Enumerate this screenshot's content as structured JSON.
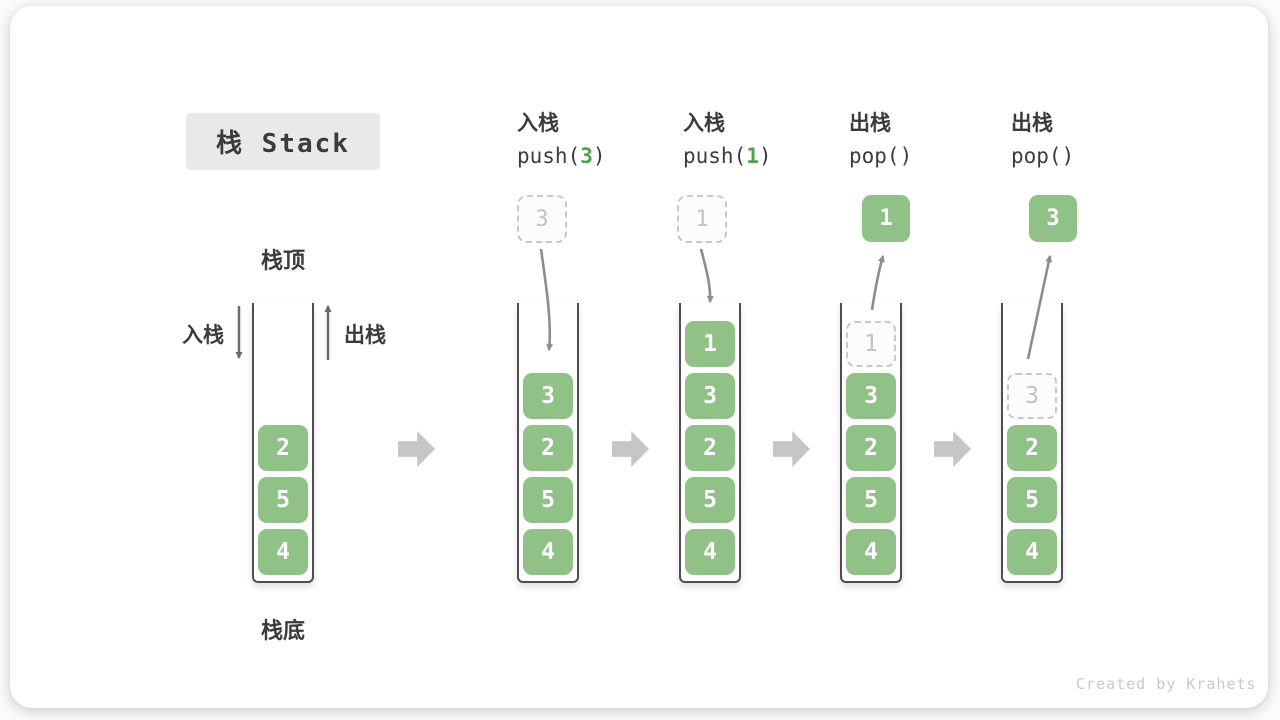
{
  "title": "栈 Stack",
  "watermark": "Created by Krahets",
  "labels": {
    "stack_top": "栈顶",
    "stack_bottom": "栈底",
    "push_label": "入栈",
    "pop_label": "出栈"
  },
  "colors": {
    "box_green": "#90c187",
    "code_arg_green": "#4fa24f",
    "curved_arrow_gray": "#8d8d8d",
    "block_arrow_gray": "#c6c6c6",
    "dashed_border_gray": "#c9c9c9",
    "dark_text": "#3b3b3b",
    "title_box_bg": "#e9e9e9"
  },
  "operations": [
    {
      "name": "入栈",
      "code_pre": "push(",
      "code_arg": "3",
      "code_post": ")",
      "float_value": "3",
      "float_type": "dashed"
    },
    {
      "name": "入栈",
      "code_pre": "push(",
      "code_arg": "1",
      "code_post": ")",
      "float_value": "1",
      "float_type": "dashed"
    },
    {
      "name": "出栈",
      "code_pre": "pop()",
      "code_arg": "",
      "code_post": "",
      "float_value": "1",
      "float_type": "solid"
    },
    {
      "name": "出栈",
      "code_pre": "pop()",
      "code_arg": "",
      "code_post": "",
      "float_value": "3",
      "float_type": "solid"
    }
  ],
  "stacks": [
    {
      "items": [
        {
          "v": "2"
        },
        {
          "v": "5"
        },
        {
          "v": "4"
        }
      ]
    },
    {
      "items": [
        {
          "v": "3"
        },
        {
          "v": "2"
        },
        {
          "v": "5"
        },
        {
          "v": "4"
        }
      ]
    },
    {
      "items": [
        {
          "v": "1"
        },
        {
          "v": "3"
        },
        {
          "v": "2"
        },
        {
          "v": "5"
        },
        {
          "v": "4"
        }
      ]
    },
    {
      "items": [
        {
          "v": "1",
          "dashed": true
        },
        {
          "v": "3"
        },
        {
          "v": "2"
        },
        {
          "v": "5"
        },
        {
          "v": "4"
        }
      ]
    },
    {
      "items": [
        {
          "v": "3",
          "dashed": true
        },
        {
          "v": "2"
        },
        {
          "v": "5"
        },
        {
          "v": "4"
        }
      ]
    }
  ]
}
